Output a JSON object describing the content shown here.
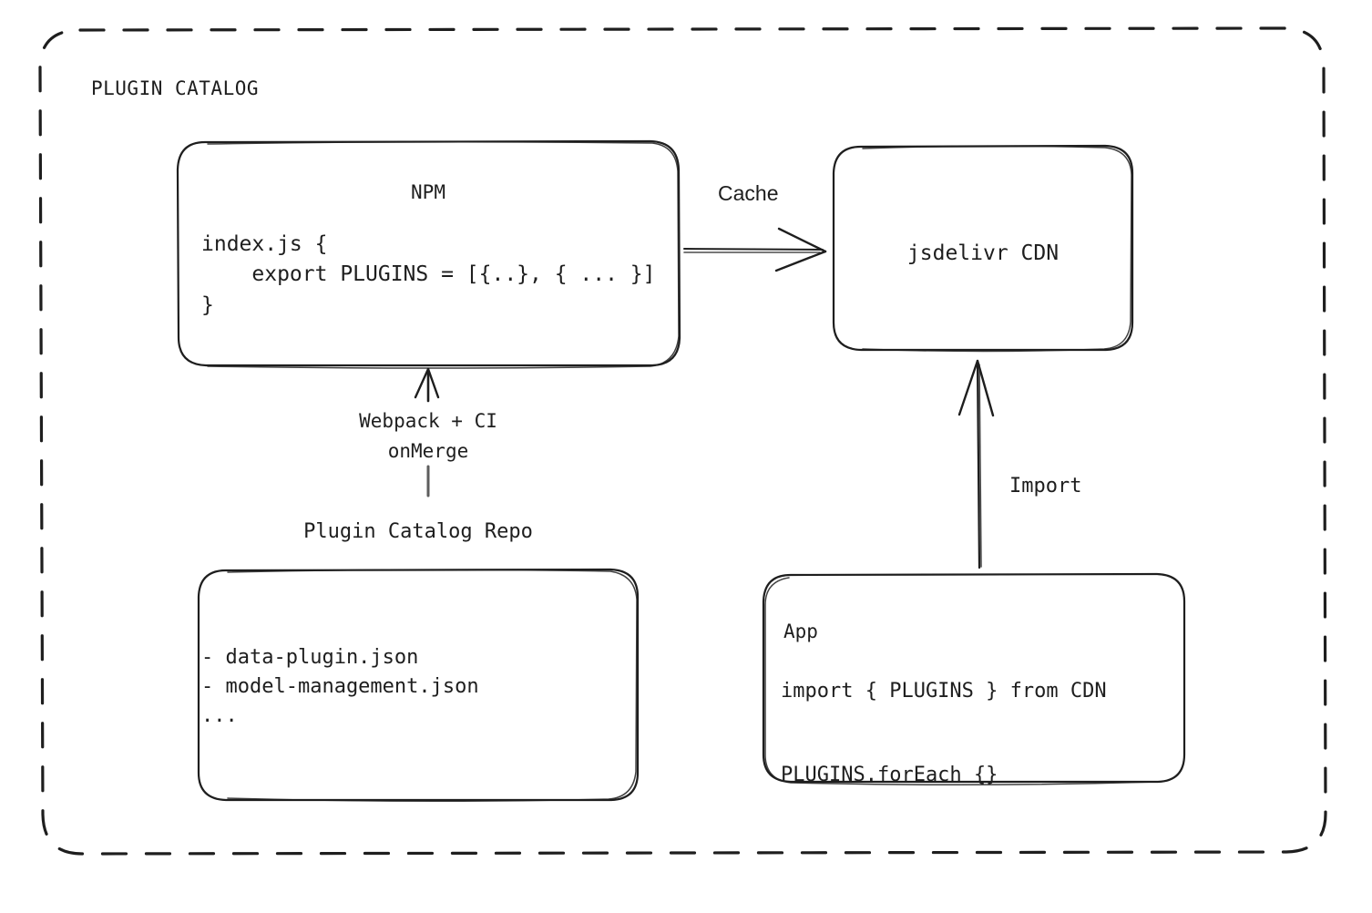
{
  "diagram": {
    "title": "PLUGIN CATALOG",
    "background": "#ffffff",
    "stroke_color": "#1e1e1e",
    "nodes": {
      "npm": {
        "title": "NPM",
        "code": "index.js {\n    export PLUGINS = [{..}, { ... }]\n}"
      },
      "cdn": {
        "title": "jsdelivr CDN"
      },
      "repo": {
        "caption": "Plugin Catalog Repo",
        "body": "- data-plugin.json\n- model-management.json\n..."
      },
      "app": {
        "title": "App",
        "code": "import { PLUGINS } from CDN\n\nPLUGINS.forEach {}"
      }
    },
    "edges": {
      "cache": {
        "label": "Cache",
        "from": "npm",
        "to": "cdn"
      },
      "build": {
        "label": "Webpack + CI\nonMerge",
        "from": "repo",
        "to": "npm"
      },
      "import": {
        "label": "Import",
        "from": "app",
        "to": "cdn"
      }
    }
  }
}
